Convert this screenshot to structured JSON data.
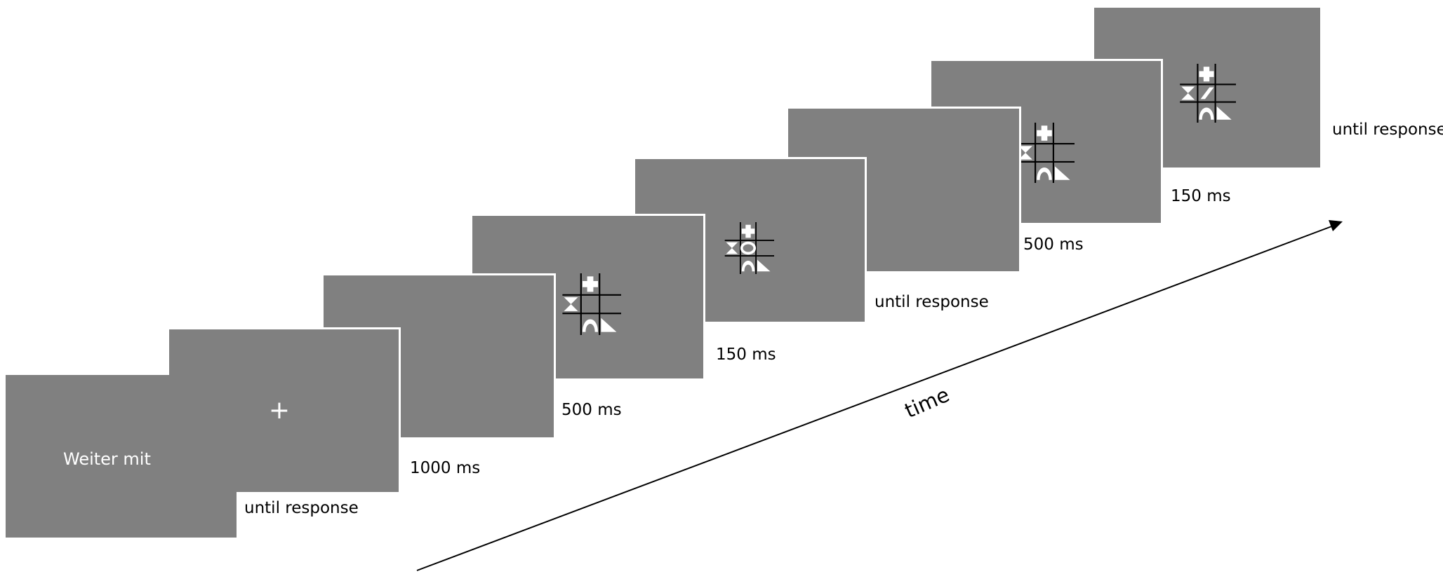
{
  "screens": [
    {
      "content_text": "Weiter mit",
      "duration": "until response"
    },
    {
      "content_text": "+",
      "duration": "1000 ms"
    },
    {
      "duration": "500 ms"
    },
    {
      "duration": "150 ms"
    },
    {
      "duration": "until response"
    },
    {
      "duration": "500 ms"
    },
    {
      "duration": "150 ms"
    },
    {
      "duration": "until response"
    }
  ],
  "axis": {
    "label": "time"
  },
  "colors": {
    "screen": "#808080",
    "frame": "#ffffff",
    "text": "#000000"
  }
}
